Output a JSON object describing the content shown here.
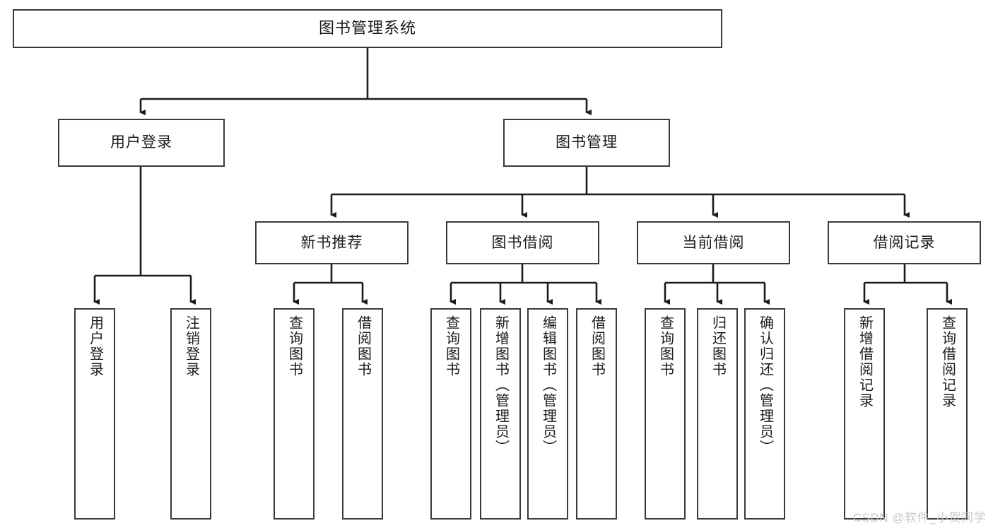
{
  "diagram": {
    "type": "tree",
    "title": "图书管理系统",
    "orientation": "top-down",
    "colors": {
      "box_border": "#3a3a3a",
      "box_fill": "#ffffff",
      "edge": "#1b1b1b",
      "text": "#1b1b1b",
      "watermark": "#c9c9c9"
    },
    "root": {
      "label": "图书管理系统"
    },
    "level2": [
      {
        "label": "用户登录"
      },
      {
        "label": "图书管理"
      }
    ],
    "level3": [
      {
        "label": "新书推荐"
      },
      {
        "label": "图书借阅"
      },
      {
        "label": "当前借阅"
      },
      {
        "label": "借阅记录"
      }
    ],
    "leaves": {
      "user_login": [
        {
          "label": "用户登录"
        },
        {
          "label": "注销登录"
        }
      ],
      "new_book_recommend": [
        {
          "label": "查询图书"
        },
        {
          "label": "借阅图书"
        }
      ],
      "book_borrow": [
        {
          "label": "查询图书"
        },
        {
          "label": "新增图书（管理员）"
        },
        {
          "label": "编辑图书（管理员）"
        },
        {
          "label": "借阅图书"
        }
      ],
      "current_borrow": [
        {
          "label": "查询图书"
        },
        {
          "label": "归还图书"
        },
        {
          "label": "确认归还（管理员）"
        }
      ],
      "borrow_record": [
        {
          "label": "新增借阅记录"
        },
        {
          "label": "查询借阅记录"
        }
      ]
    }
  },
  "watermark": {
    "text": "CSDN @软件_小贺同学"
  }
}
